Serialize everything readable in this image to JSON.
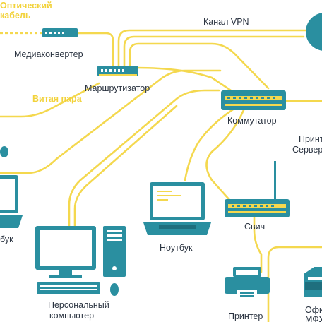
{
  "labels": {
    "optical_cable": [
      "Оптический",
      "кабель"
    ],
    "media_converter": "Медиаконвертер",
    "router": "Маршрутизатор",
    "vpn_channel": "Канал VPN",
    "twisted_pair": "Витая пара",
    "switch_managed": "Коммутатор",
    "print_server": [
      "Принт",
      "Сервер"
    ],
    "hub": "Свич",
    "laptop": "Ноутбук",
    "pc": [
      "Персональный",
      "компьютер"
    ],
    "printer": "Принтер",
    "office_mfp": [
      "Офи",
      "МФУ"
    ],
    "left_partial": "бук"
  },
  "colors": {
    "device": "#2a8fa0",
    "device_dark": "#1f6f7e",
    "cable": "#f4d84e",
    "label": "#2a3340",
    "accent_label": "#f2d23a"
  }
}
